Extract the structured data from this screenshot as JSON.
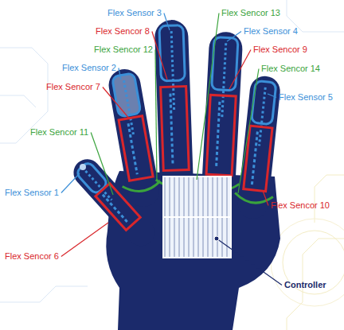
{
  "diagram": {
    "labels": [
      "Flex Sensor 3",
      "Flex Sencor 13",
      "Flex Sencor 8",
      "Flex Sensor 4",
      "Flex Sencor 12",
      "Flex Sencor 9",
      "Flex Sensor 2",
      "Flex Sencor 14",
      "Flex Sencor 7",
      "Flex Sensor 5",
      "Flex Sencor 11",
      "Flex Sensor 1",
      "Flex Sencor 10",
      "Flex Sencor 6",
      "Controller"
    ]
  }
}
